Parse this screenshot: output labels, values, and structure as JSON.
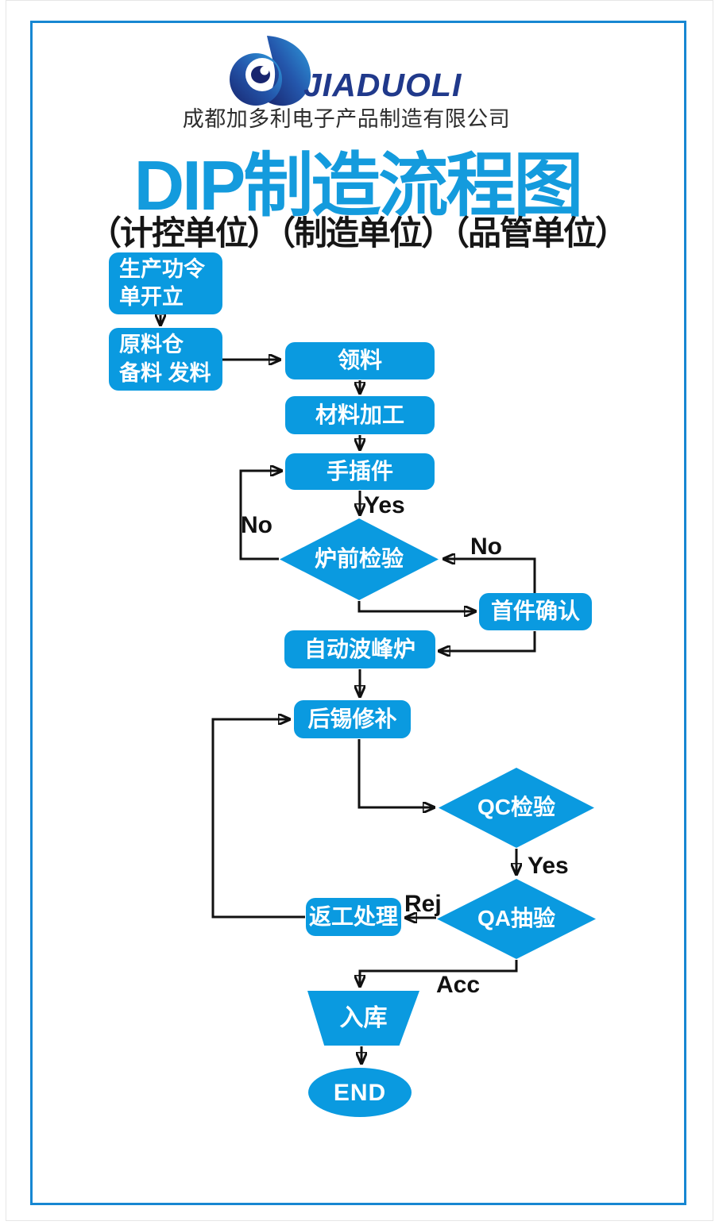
{
  "logo": {
    "brand": "JIADUOLI",
    "company": "成都加多利电子产品制造有限公司"
  },
  "header": {
    "title": "DIP制造流程图",
    "subtitle": "（计控单位）（制造单位）（品管单位）"
  },
  "colors": {
    "shape_blue": "#0A9AE0",
    "title_blue": "#149BDD",
    "logo_navy": "#20398B",
    "frame_blue": "#1787D2",
    "arrow_black": "#111111"
  },
  "flowchart": {
    "nodes": [
      {
        "id": "start",
        "shape": "rounded-rect",
        "label": "生产功令\n单开立"
      },
      {
        "id": "material-prep",
        "shape": "rounded-rect",
        "label": "原料仓\n备料 发料"
      },
      {
        "id": "get-material",
        "shape": "rounded-rect",
        "label": "领料"
      },
      {
        "id": "material-processing",
        "shape": "rounded-rect",
        "label": "材料加工"
      },
      {
        "id": "hand-insert",
        "shape": "rounded-rect",
        "label": "手插件"
      },
      {
        "id": "pre-oven-inspection",
        "shape": "diamond",
        "label": "炉前检验"
      },
      {
        "id": "first-article-confirm",
        "shape": "rounded-rect",
        "label": "首件确认"
      },
      {
        "id": "wave-solder",
        "shape": "rounded-rect",
        "label": "自动波峰炉"
      },
      {
        "id": "solder-touch-up",
        "shape": "rounded-rect",
        "label": "后锡修补"
      },
      {
        "id": "qc-inspection",
        "shape": "diamond",
        "label": "QC检验"
      },
      {
        "id": "qa-sampling",
        "shape": "diamond",
        "label": "QA抽验"
      },
      {
        "id": "rework",
        "shape": "rounded-rect",
        "label": "返工处理"
      },
      {
        "id": "warehouse-in",
        "shape": "trapezoid",
        "label": "入库"
      },
      {
        "id": "end",
        "shape": "ellipse",
        "label": "END"
      }
    ],
    "edge_labels": {
      "yes_pre_oven": "Yes",
      "no_pre_oven_left": "No",
      "no_first_article": "No",
      "yes_qc": "Yes",
      "rej_qa": "Rej",
      "acc_qa": "Acc"
    }
  }
}
